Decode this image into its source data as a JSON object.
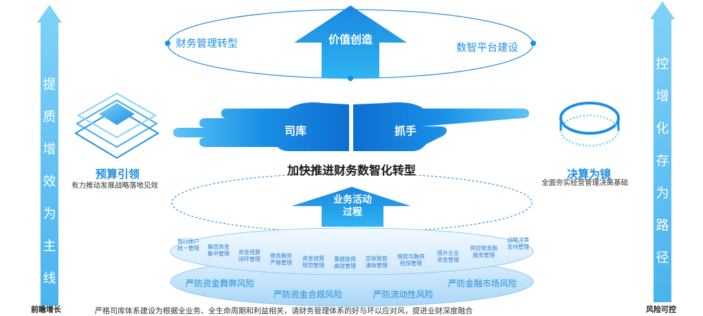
{
  "left_arrow": {
    "chars": [
      "提",
      "质",
      "增",
      "效",
      "为",
      "主",
      "线"
    ],
    "cut_label": "前瞻增长"
  },
  "right_arrow": {
    "chars": [
      "控",
      "增",
      "化",
      "存",
      "为",
      "路",
      "径"
    ],
    "cut_label": "风险可控"
  },
  "top": {
    "arrow_label": "价值创造",
    "left_label": "财务管理转型",
    "right_label": "数智平台建设"
  },
  "hands": {
    "left_label": "司库",
    "right_label": "抓手"
  },
  "center_title": "加快推进财务数智化转型",
  "left_block": {
    "title": "预算引领",
    "subtitle": "有力推动发展战略落地见效"
  },
  "right_block": {
    "title": "决算为镜",
    "subtitle": "全面夯实经营管理决策基础"
  },
  "business": {
    "line1": "业务活动",
    "line2": "过程"
  },
  "disc_items": [
    [
      "银行账户",
      "统一管理"
    ],
    [
      "集团资金",
      "集中管理"
    ],
    [
      "资金预算",
      "闭环管理"
    ],
    [
      "债务融资",
      "严格管理"
    ],
    [
      "资金结算",
      "规范管理"
    ],
    [
      "票据使用",
      "高效管理"
    ],
    [
      "应收账款",
      "清收管理"
    ],
    [
      "借款与融资",
      "担保管理"
    ],
    [
      "境外企业",
      "资金管理"
    ],
    [
      "供应链金融",
      "服务管理"
    ],
    [
      "战略决策",
      "支持管理"
    ]
  ],
  "risks": [
    "严防资金舞弊风险",
    "严防资金合规风险",
    "严防流动性风险",
    "严防金融市场风险"
  ],
  "bottom_text": "严格司库体系建设为根据全业务、全生命周期和利益相关，请财务管理体系的好与坏以应对风，提进业财深度融合"
}
